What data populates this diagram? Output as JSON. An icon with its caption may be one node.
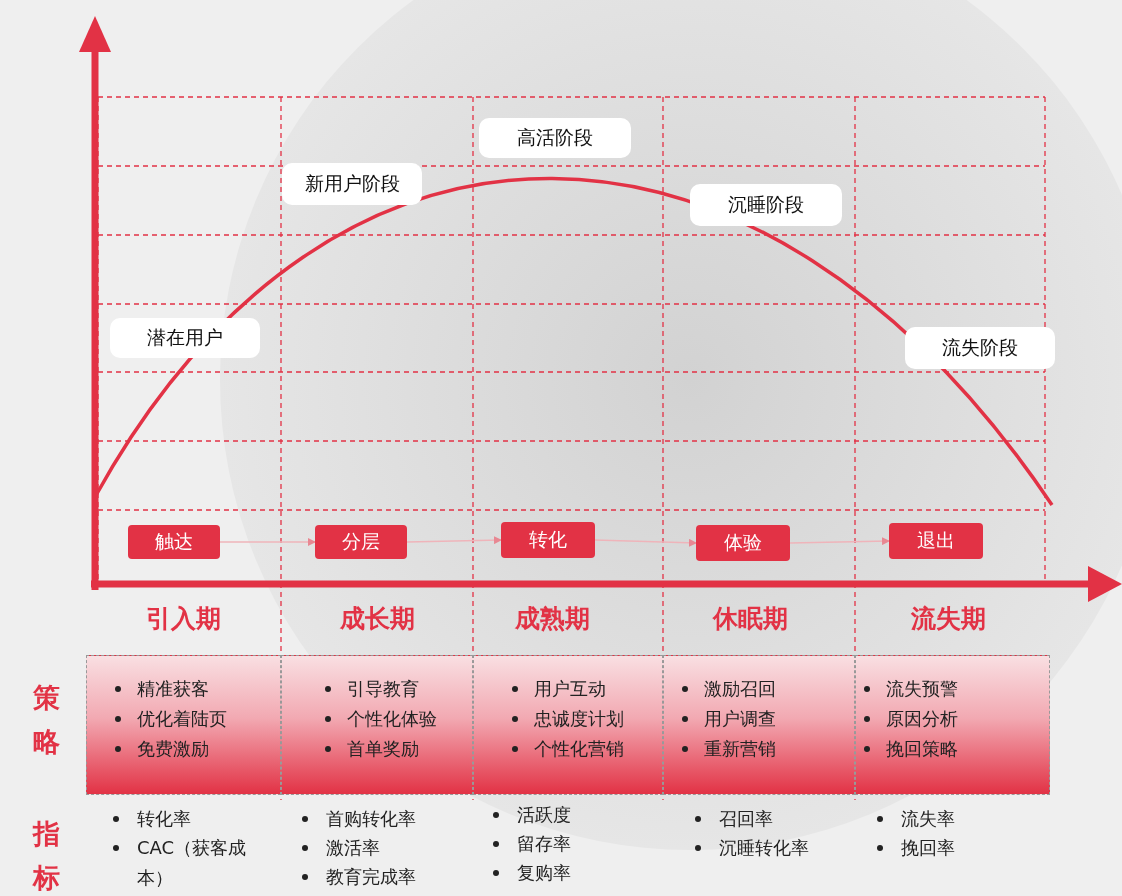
{
  "diagram": {
    "nodes": [
      {
        "text": [
          "潜在用户"
        ]
      },
      {
        "text": [
          "新用户阶段"
        ]
      },
      {
        "text": [
          "高活阶段"
        ]
      },
      {
        "text": [
          "沉睡阶段"
        ]
      },
      {
        "text": [
          "流失阶段"
        ]
      },
      {
        "text": [
          "触达"
        ]
      },
      {
        "text": [
          "分层"
        ]
      },
      {
        "text": [
          "转化"
        ]
      },
      {
        "text": [
          "体验"
        ]
      },
      {
        "text": [
          "退出"
        ]
      },
      {
        "text": [
          "精准获客",
          "优化着陆页",
          "免费激励"
        ]
      },
      {
        "text": [
          "引导教育",
          "个性化体验",
          "首单奖励"
        ]
      },
      {
        "text": [
          "用户互动",
          "忠诚度计划",
          "个性化营销"
        ]
      },
      {
        "text": [
          "激励召回",
          "用户调查",
          "重新营销"
        ]
      },
      {
        "text": [
          "流失预警",
          "原因分析",
          "挽回策略"
        ]
      }
    ],
    "edges": [
      {
        "from": 5,
        "to": 6,
        "arrow": "to"
      },
      {
        "from": 6,
        "to": 7,
        "arrow": "to"
      },
      {
        "from": 7,
        "to": 8,
        "arrow": "to"
      },
      {
        "from": 8,
        "to": 9,
        "arrow": "to"
      }
    ],
    "labels": [
      "引入期",
      "成长期",
      "成熟期",
      "休眠期",
      "流失期",
      "策略",
      "指标",
      "转化率",
      "CAC（获客成本）",
      "首购转化率",
      "激活率",
      "教育完成率",
      "活跃度",
      "留存率",
      "复购率",
      "召回率",
      "沉睡转化率",
      "流失率",
      "挽回率"
    ]
  }
}
